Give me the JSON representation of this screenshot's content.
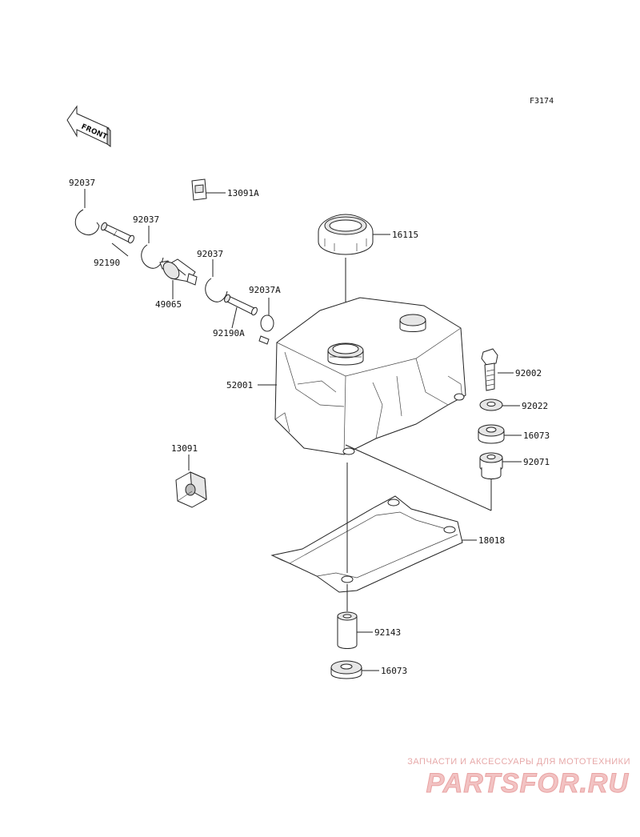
{
  "figure_code": "F3174",
  "front_label": "FRONT",
  "parts": {
    "p92037_a": "92037",
    "p13091a": "13091A",
    "p92037_b": "92037",
    "p16115": "16115",
    "p92190": "92190",
    "p92037_c": "92037",
    "p49065": "49065",
    "p92037a": "92037A",
    "p92190a": "92190A",
    "p52001": "52001",
    "p92002": "92002",
    "p92022": "92022",
    "p16073_a": "16073",
    "p13091": "13091",
    "p92071": "92071",
    "p18018": "18018",
    "p92143": "92143",
    "p16073_b": "16073"
  },
  "watermark": {
    "tagline": "ЗАПЧАСТИ И АКСЕССУАРЫ ДЛЯ МОТОТЕХНИКИ",
    "brand": "PARTSFOR.RU"
  }
}
